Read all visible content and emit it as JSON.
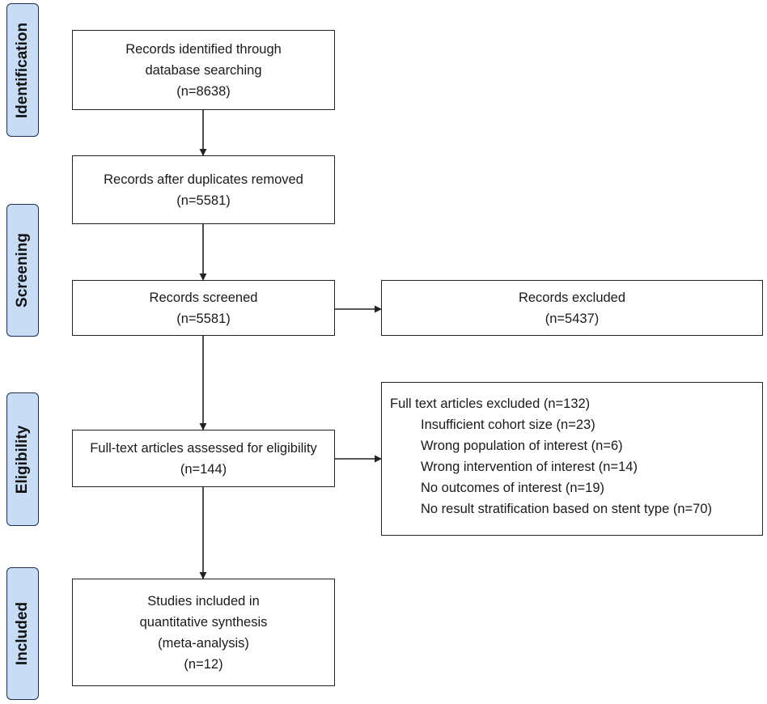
{
  "stages": {
    "identification": "Identification",
    "screening": "Screening",
    "eligibility": "Eligibility",
    "included": "Included"
  },
  "boxes": {
    "identified": {
      "line1": "Records identified through",
      "line2": "database searching",
      "count": "(n=8638)"
    },
    "deduplicated": {
      "line1": "Records after duplicates removed",
      "count": "(n=5581)"
    },
    "screened": {
      "line1": "Records screened",
      "count": "(n=5581)"
    },
    "excluded": {
      "line1": "Records excluded",
      "count": "(n=5437)"
    },
    "assessed": {
      "line1": "Full-text articles assessed for eligibility",
      "count": "(n=144)"
    },
    "fulltext_excluded": {
      "heading": "Full text articles excluded (n=132)",
      "reasons": [
        "Insufficient cohort size (n=23)",
        "Wrong population of interest (n=6)",
        "Wrong intervention of interest (n=14)",
        "No outcomes of interest (n=19)",
        "No result stratification based on stent type (n=70)"
      ]
    },
    "included": {
      "line1": "Studies included in",
      "line2": "quantitative synthesis",
      "line3": "(meta-analysis)",
      "count": "(n=12)"
    }
  },
  "colors": {
    "stage_fill": "#c9dcf5",
    "stage_border": "#1a2f55",
    "box_border": "#222222",
    "arrow": "#222222"
  }
}
